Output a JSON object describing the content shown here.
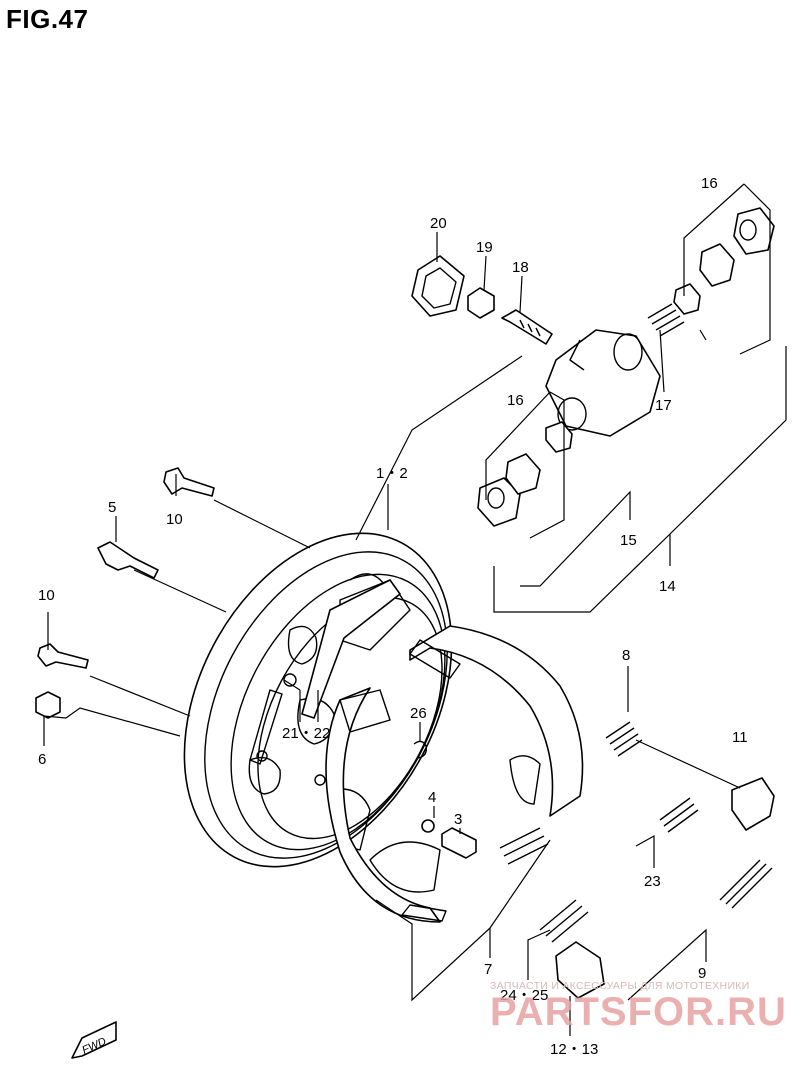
{
  "figure": {
    "title": "FIG.47"
  },
  "callouts": [
    {
      "id": "c-20",
      "text": "20"
    },
    {
      "id": "c-19",
      "text": "19"
    },
    {
      "id": "c-18",
      "text": "18"
    },
    {
      "id": "c-16a",
      "text": "16"
    },
    {
      "id": "c-17",
      "text": "17"
    },
    {
      "id": "c-16b",
      "text": "16"
    },
    {
      "id": "c-1-2",
      "text": "1・2"
    },
    {
      "id": "c-15",
      "text": "15"
    },
    {
      "id": "c-14",
      "text": "14"
    },
    {
      "id": "c-5",
      "text": "5"
    },
    {
      "id": "c-10a",
      "text": "10"
    },
    {
      "id": "c-10b",
      "text": "10"
    },
    {
      "id": "c-6",
      "text": "6"
    },
    {
      "id": "c-8",
      "text": "8"
    },
    {
      "id": "c-21-22",
      "text": "21・22"
    },
    {
      "id": "c-26",
      "text": "26"
    },
    {
      "id": "c-11",
      "text": "11"
    },
    {
      "id": "c-4",
      "text": "4"
    },
    {
      "id": "c-3",
      "text": "3"
    },
    {
      "id": "c-23",
      "text": "23"
    },
    {
      "id": "c-7",
      "text": "7"
    },
    {
      "id": "c-9",
      "text": "9"
    },
    {
      "id": "c-24-25",
      "text": "24・25"
    },
    {
      "id": "c-12-13",
      "text": "12・13"
    }
  ],
  "fwd_label": "FWD",
  "watermark": {
    "tagline": "ЗАПЧАСТИ И АКСЕССУАРЫ ДЛЯ МОТОТЕХНИКИ",
    "brand": "PARTSFOR.RU"
  }
}
